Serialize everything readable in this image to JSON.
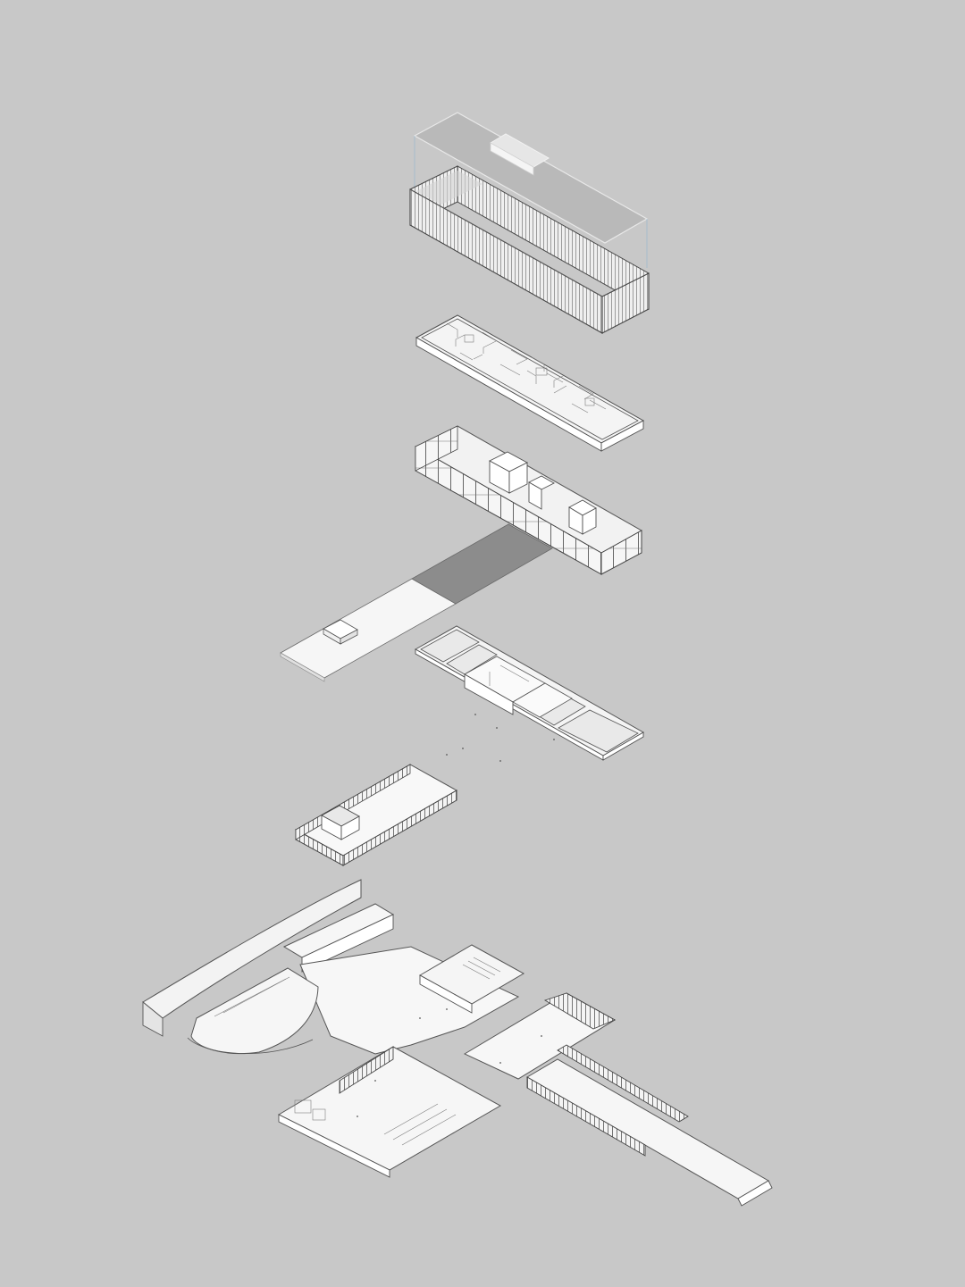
{
  "figure": {
    "kind": "exploded axonometric",
    "background": "#c8c8c8",
    "line_color": "#4e4e4e",
    "highlight_fill": "#8c8c8c",
    "layers": [
      "roof-layer",
      "facade-box-layer",
      "upper-floor-layer",
      "glazed-floor-layer",
      "plaza-slab-layer",
      "ground-floor-layer",
      "pavilion-layer",
      "basement-layer"
    ]
  }
}
